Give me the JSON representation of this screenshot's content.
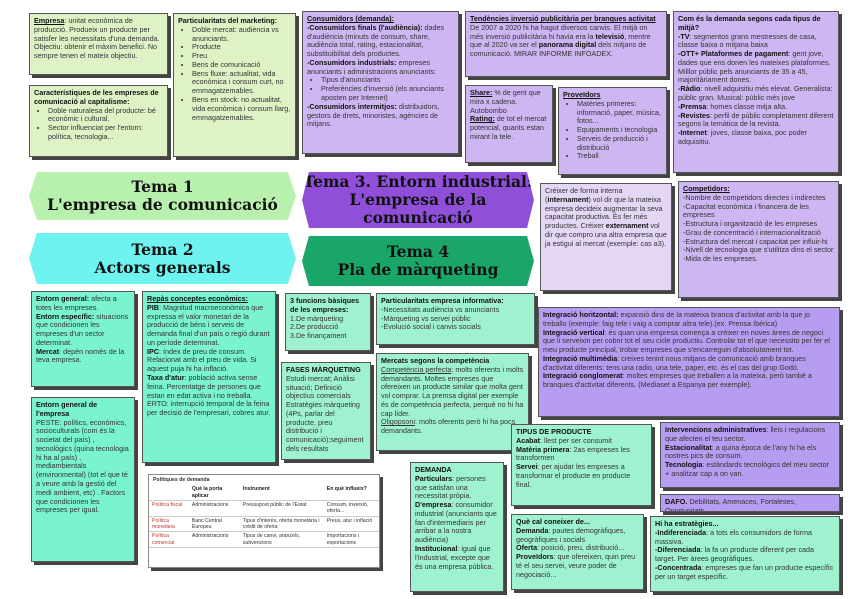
{
  "empresa": {
    "title": "Empresa",
    "text": ": unitat econòmica de producció. Produeix un producte per satisfer les necessitats d'una demanda. Objectiu: obtenir el màxim benefici. No sempre tenen el mateix objectiu."
  },
  "caract": {
    "title": "Característiques de les empreses de comunicació al capitalisme:",
    "items": [
      "Doble naturalesa del producte: bé econòmic i cultural.",
      "Sector influenciat per l'entorn: política, tecnologia..."
    ]
  },
  "marketing": {
    "title": "Particularitats del marketing:",
    "items": [
      "Doble mercat: audiència vs anunciants.",
      "Producte",
      "Preu",
      "Bens de comunicació",
      "Bens fluxe: actualitat, vida econòmica i consum curt, no emmagatzemables.",
      "Bens en stock: no actualitat, vida econòmica i consum llarg, emmagatzemables."
    ]
  },
  "consumidors": {
    "title": "Consumidors (demanda):",
    "finals_label": "-Consumidors finals (l'audiència):",
    "finals_text": " dades d'audiència (minuts de consum, share, audiència total, rating, estacionalitat, substituibilitat dels productes.",
    "industrials_label": "-Consumidors industrials:",
    "industrials_text": " empreses anunciants i administracions anunciants:",
    "items": [
      "Tipus d'anunciants",
      "Preferències d'inversió (els anunciants aposten per Internet)"
    ],
    "intermitjos_label": "-Consumidors intermitjos:",
    "intermitjos_text": " distribuidors, gestors de drets, minoristes, agències de mitjans."
  },
  "tendencies": {
    "title": "Tendències inversió publicitària per branques activitat",
    "text1": "De 2007 a 2020 hi ha hagut diversos canvis. El mitjà on més inversió publicitària hi havia era la ",
    "bold1": "televisió",
    "text2": ", mentre que al 2020 va ser el ",
    "bold2": "panorama digital",
    "text3": " dels mitjans de comunicació. MIRAR INFORME INFOADEX."
  },
  "share": {
    "label": "Share:",
    "text": " % de gent que mira x cadena. Autobombo"
  },
  "rating": {
    "label": "Rating:",
    "text": " de tot el mercat potencial, quants estan mirant la tele."
  },
  "proveidors": {
    "title": "Proveïdors",
    "items": [
      "Matèries primeres: informació, paper, música, fotos...",
      "Equipaments i tecnologia",
      "Serveis de producció i distribució",
      "Treball"
    ]
  },
  "demanda_canvi": {
    "title": "Com és la demanda segons cada tipus de mitjà?",
    "tv_label": "-TV",
    "tv_text": ": segmentos grans mestresses de casa, classe baixa o mitjana baixa",
    "ott_label": "-OTT+ Plataformes de pagament",
    "ott_text": ": gent jove, dades que ens donen les mateixes plataformes. Milllor públic pels anunciants de 35 a 45, majoritàriament dones.",
    "radio_label": "-Ràdio",
    "radio_text": ": nivell adquisitiu més elevat. Generalista: públic gran. Musical: públic més jove",
    "premsa_label": "-Premsa",
    "premsa_text": ": homes classe mitja alta.",
    "revistes_label": "-Revistes",
    "revistes_text": ": perfil de públic completament diferent segons la temàtica de la revista.",
    "internet_label": "-Internet",
    "internet_text": ": joves, classe baixa, poc poder adquisitiu."
  },
  "banners": {
    "tema1": "Tema 1\nL'empresa de comunicació",
    "tema3": "Tema 3. Entorn industrial:\nL'empresa de la comunicació",
    "tema2": "Tema 2\nActors generals",
    "tema4": "Tema 4\nPla de màrqueting"
  },
  "creixer": {
    "p1a": "Créixer de forma interna (",
    "b1": "internament",
    "p1b": ") vol dir que la mateixa empresa decideix augmentar la seva capacitat productiva. És fer més productes. Créixer ",
    "b2": "externament",
    "p1c": " vol dir que compro una altra empresa que ja estigui al mercat (exemple: cas a3)."
  },
  "competidors": {
    "title": "Competidors:",
    "items": [
      "-Nombre de competidors directes i indirectes",
      "-Capacitat econòmica i financera de les empreses",
      "-Estructura i organització de les empreses",
      "-Grau de concentració i internacionalització",
      "-Estructura del mercat i capacitat per influir-hi",
      "-Nivell de tecnologia que s'utilitza dins el sector",
      "-Mida de les empreses."
    ]
  },
  "entorn": {
    "general_label": "Entorn general:",
    "general_text": " afecta a totes les empreses.",
    "especific_label": "Entorn específic:",
    "especific_text": " situacions que condicionen les empreses d'un sector determinat.",
    "mercat_label": "Mercat",
    "mercat_text": ": depèn només de la teva empresa."
  },
  "conceptes": {
    "title": "Repàs conceptes econòmics:",
    "pib_label": "PIB",
    "pib_text": ": Magnitud macroeconòmica que expressa el valor monetari de la producció de béns i serveis de demanda final d'un país o regió durant un període determinat.",
    "ipc_label": "IPC",
    "ipc_text": ": índex de preu de consum. Relacionat amb el preu de vida. Si aquest puja hi ha inflació.",
    "atur_label": "Taxa d'atur",
    "atur_text": ": població activa sense feina. Percentatge de persones que estan en edat activa i no treballa.",
    "erto_text": "ERTO: interrupció temporal de la feina per decisió de l'empresari, cobres atur."
  },
  "funcions": {
    "title": "3 funcions bàsiques de les empreses:",
    "items": [
      "1.De màrqueting",
      "2.De producció",
      "3.De finançament"
    ]
  },
  "particularitats_info": {
    "title": "Particularitats empresa informativa:",
    "items": [
      "-Necessitats audiència vs anunciants",
      "-Màrqueting vs servei públic",
      "-Evolució social i canvis socials"
    ]
  },
  "integracio": {
    "h_label": "Integració horitzontal:",
    "h_text": " expansió dins de la mateixa branca d'activitat amb la que jo treballo (exemple: faig tele i vaig a comprar altra tele).(ex. Prensa Ibérica)",
    "v_label": "Integració vertical",
    "v_text": ": és quan una empresa comença a créixer en noves àrees de negoci que li serveixin per cobrir tot el seu cicle productiu. Controlar tot el que necessito per fer el meu producte principal, trobar empreses que s'encarreguin d'absolutament tot.",
    "m_label": "Integració multimèdia",
    "m_text": ": creixes tenint nous mitjans de comunicació amb branques d'activitat diferents: tens una radio, una tele, paper, etc. és el cas del grup Godó.",
    "c_label": "Integració conglomerat",
    "c_text": ": moltes empreses que treballen a la mateixa, però també a branques d'activitat diferents. (Mediaset a Espanya per exemple)."
  },
  "fases": {
    "title": "FASES MÀRQUETING",
    "text": "Estudi mercat; Anàlisi situació; Definició objectius comercials Estratègies màrqueting (4Ps, parlar del producte, preu distribució i comunicació);seguiment dels resultats"
  },
  "mercats": {
    "title": "Mercats segons la competència",
    "perfecta_label": "Competència perfecta",
    "perfecta_text": ": molts oferents i molts demandants. Moltes empreses que ofereixen un producte similar que molta gent vol comprar. La premsa digital per exemple és de competència perfecta, perquè no hi ha cap líder.",
    "oligo_label": "Oligopsoni",
    "oligo_text": ": molts oferents però hi ha pocs demandants."
  },
  "entorn_general": {
    "title": "Entorn general de l'empresa",
    "text": "PESTE: polítics, econòmics, socioculturals (com és la societat del país) , tecnològics (quina tecnologia hi ha al país) , mediambientals (environmental) (tot el que té a veure amb la gestió del medi ambient, etc) . Factors que condicionen les empreses per igual."
  },
  "politiques": {
    "title": "Polítiques de demanda",
    "headers": [
      "",
      "Què la porta aplicar",
      "Instrument",
      "En què influeix?"
    ],
    "rows": [
      [
        "Política fiscal",
        "Administracions",
        "Pressupost públic de l'Estat",
        "Consum, inversió, oferta..."
      ],
      [
        "Política monetària",
        "Banc Central Europeu",
        "Tipus d'interès, oferta monetària i crèdit de oferta",
        "Preus, atur i inflació"
      ],
      [
        "Política comercial",
        "Administracions",
        "Tipus de canvi, aranzels, subvencions",
        "Importacions i exportacions"
      ]
    ]
  },
  "demanda": {
    "title": "DEMANDA",
    "p_label": "Particulars",
    "p_text": ": persones que satisfan una necessitat pròpia.",
    "e_label": "D'empresa",
    "e_text": ": consumidor industrial (anunciants que fan d'intermediaris per arribar a la nostra audiència)",
    "i_label": "Institucional",
    "i_text": ": igual que l'industrial, excepte que és una empresa pública."
  },
  "tipus": {
    "title": "TIPUS DE PRODUCTE",
    "a_label": "Acabat",
    "a_text": ": llest per ser consumit",
    "m_label": "Matèria primera",
    "m_text": ": 2as empreses les transformen",
    "s_label": "Servei",
    "s_text": ": per ajudar les empreses a transformar el producte en producte final."
  },
  "intervencions": {
    "i_label": "Intervencions administratives",
    "i_text": ": lleis i regulacions que afecten el teu sector.",
    "e_label": "Estacionalitat",
    "e_text": ": a quina època de l'any hi ha els nostres pics de consum.",
    "t_label": "Tecnologia",
    "t_text": ": estàndards tecnològics del meu sector + analitzar cap a on van."
  },
  "dafo": {
    "label": "DAFO.",
    "text": " Debilitats, Amenaces, Fortaleses, Oportunitats"
  },
  "coneixer": {
    "title": "Què cal coneixer de...",
    "d_label": "Demanda",
    "d_text": ": pautes demogràfiques, geogràfiques i socials",
    "o_label": "Oferta",
    "o_text": ": posició, preu, distribució...",
    "p_label": "Proveïdors",
    "p_text": ": que ofereixen, quin preu té el seu servei, veure poder de negociació..."
  },
  "estrategies": {
    "title": "Hi ha estratègies...",
    "i_label": "-Indiferenciada",
    "i_text": ": a tots els consumidors de forma massiva.",
    "d_label": "-Diferenciada",
    "d_text": ": la fa un producte diferent per cada target. Per àrees geogràfiques.",
    "c_label": "-Concentrada",
    "c_text": ": empreses que fan un producte específic per un target específic."
  }
}
